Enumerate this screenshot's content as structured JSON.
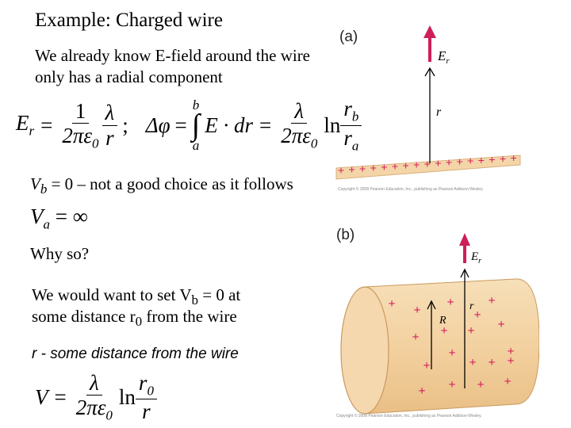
{
  "slide": {
    "title": "Example: Charged wire",
    "intro_line1": "We already know E-field around the wire",
    "intro_line2": "only has a radial component",
    "vb_statement_var": "V",
    "vb_statement_sub": "b",
    "vb_statement_rest": " = 0  – not a good choice as it follows",
    "va_var": "V",
    "va_sub": "a",
    "va_rhs": " = ∞",
    "why": "Why so?",
    "set_line1_a": "We would want to set V",
    "set_line1_sub": "b",
    "set_line1_b": " = 0 at",
    "set_line2_a": "some distance r",
    "set_line2_sub": "0",
    "set_line2_b": " from the wire",
    "r_def": "r - some distance from the wire"
  },
  "equations": {
    "er_lhs_var": "E",
    "er_lhs_sub": "r",
    "equals": "=",
    "one": "1",
    "two_pi_eps0": "2πε",
    "eps_sub": "0",
    "lambda": "λ",
    "r": "r",
    "semicolon": ";",
    "delta_phi": "Δφ",
    "integral": "∫",
    "upper_limit": "b",
    "lower_limit": "a",
    "integrand": "E · dr",
    "ln": "ln",
    "r_b": "r",
    "r_b_sub": "b",
    "r_a": "r",
    "r_a_sub": "a",
    "v_lhs": "V",
    "r_0": "r",
    "r_0_sub": "0"
  },
  "figure_a": {
    "label": "(a)",
    "field_label": "E",
    "field_sub": "r",
    "distance_label": "r",
    "charges": "+ + + + + + + + + + + + + + + + +",
    "credit": "Copyright © 2008 Pearson Education, Inc., publishing as Pearson Addison-Wesley."
  },
  "figure_b": {
    "label": "(b)",
    "field_label": "E",
    "field_sub": "r",
    "distance_label": "r",
    "radius_label": "R",
    "credit": "Copyright © 2008 Pearson Education, Inc., publishing as Pearson Addison-Wesley."
  },
  "colors": {
    "arrow": "#cc1f5c",
    "wire": "#f4d5a8",
    "plus": "#d6215f"
  }
}
